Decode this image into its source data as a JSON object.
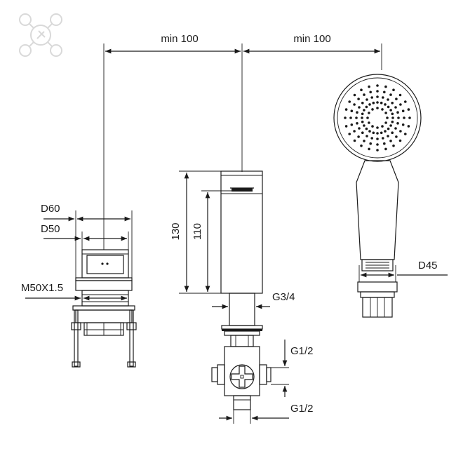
{
  "logo": {
    "icon": "tap-handle-logo-icon",
    "color": "#d9d9d9"
  },
  "dimensions": {
    "width_left": "min 100",
    "width_right": "min 100",
    "d60": "D60",
    "d50": "D50",
    "thread": "M50X1.5",
    "height_total": "130",
    "height_inner": "110",
    "g34": "G3/4",
    "g12_top": "G1/2",
    "g12_bottom": "G1/2",
    "d45": "D45"
  },
  "colors": {
    "line": "#1a1a1a",
    "background": "#ffffff"
  }
}
